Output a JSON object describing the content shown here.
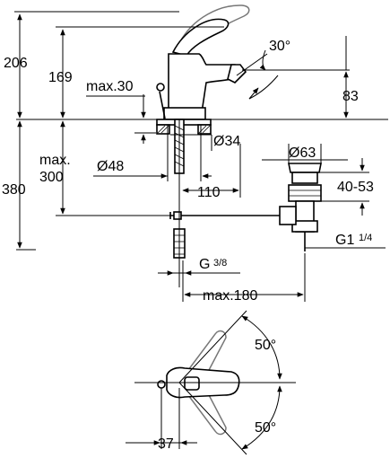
{
  "dimensions": {
    "total_height": "206",
    "spout_height": "169",
    "max_deck": "max.30",
    "spout_angle": "30°",
    "spout_projection": "83",
    "hole_diameter": "Ø34",
    "max_label": "max.",
    "max_below": "300",
    "below_deck": "380",
    "base_diameter": "Ø48",
    "waste_diameter": "Ø63",
    "offset_110": "110",
    "waste_range": "40-53",
    "thread_g1": "G1",
    "thread_g1_frac": "1/4",
    "thread_g38": "G",
    "thread_g38_frac": "3/8",
    "max_180": "max.180",
    "angle_top": "50°",
    "angle_bottom": "50°",
    "plan_width": "37"
  }
}
